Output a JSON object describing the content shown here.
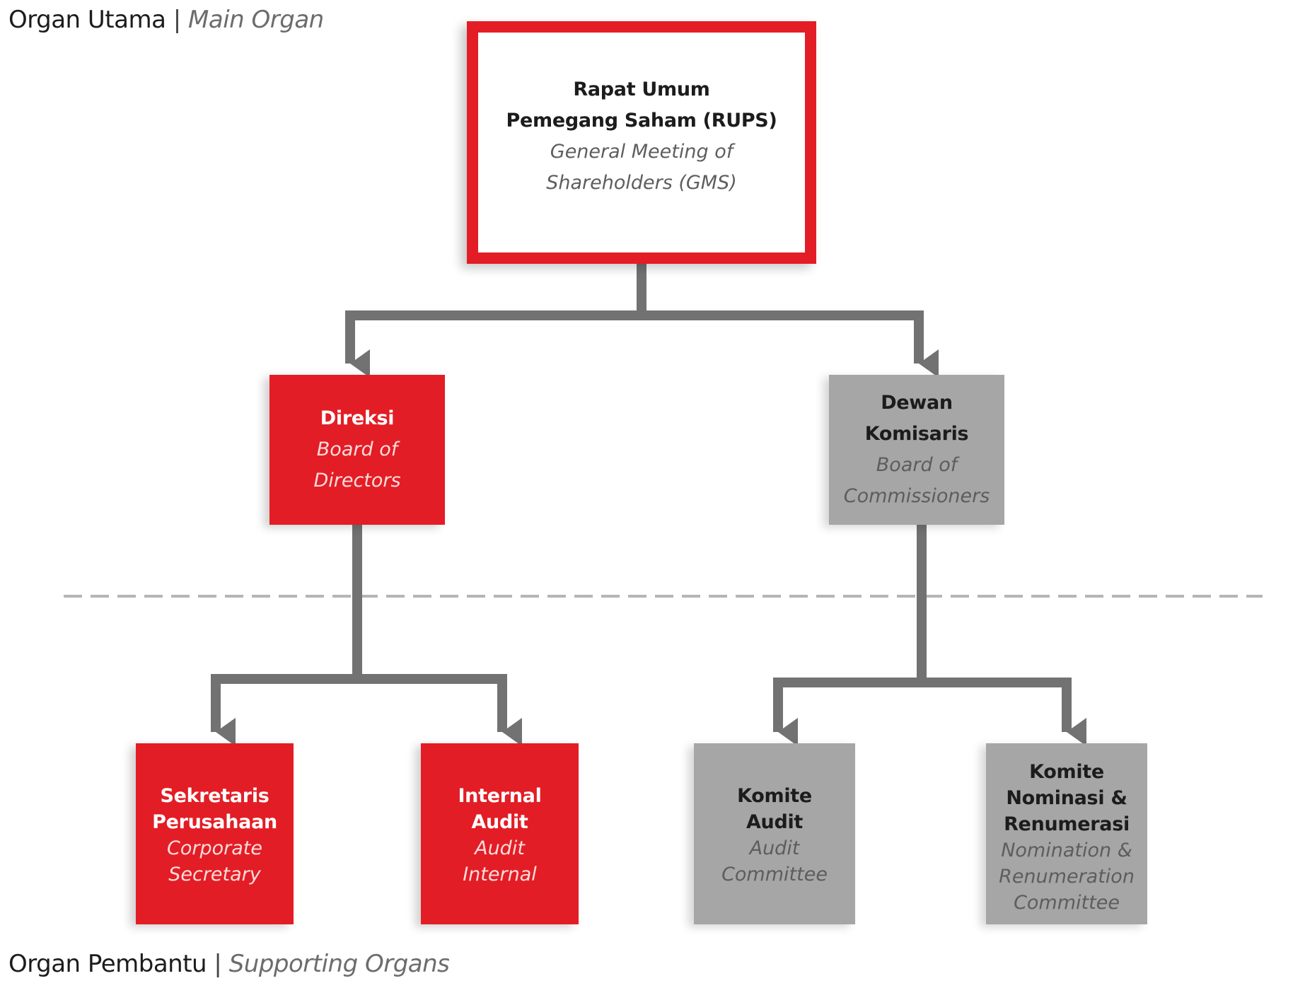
{
  "colors": {
    "brand_red": "#e31d25",
    "grey_box": "#a6a6a6",
    "connector": "#727272",
    "divider": "#b5b5b5"
  },
  "sections": {
    "main": {
      "label_id": "Organ Utama",
      "separator": "|",
      "label_en": "Main Organ"
    },
    "supporting": {
      "label_id": "Organ Pembantu",
      "separator": "|",
      "label_en": "Supporting Organs"
    }
  },
  "nodes": {
    "rups": {
      "id_line1": "Rapat Umum",
      "id_line2": "Pemegang Saham (RUPS)",
      "en_line1": "General Meeting of",
      "en_line2": "Shareholders (GMS)"
    },
    "direksi": {
      "id_line1": "Direksi",
      "en_line1": "Board of",
      "en_line2": "Directors"
    },
    "dewan": {
      "id_line1": "Dewan",
      "id_line2": "Komisaris",
      "en_line1": "Board of",
      "en_line2": "Commissioners"
    },
    "sekretaris": {
      "id_line1": "Sekretaris",
      "id_line2": "Perusahaan",
      "en_line1": "Corporate",
      "en_line2": "Secretary"
    },
    "internal_audit": {
      "id_line1": "Internal",
      "id_line2": "Audit",
      "en_line1": "Audit",
      "en_line2": "Internal"
    },
    "komite_audit": {
      "id_line1": "Komite",
      "id_line2": "Audit",
      "en_line1": "Audit",
      "en_line2": "Committee"
    },
    "komite_nominasi": {
      "id_line1": "Komite",
      "id_line2": "Nominasi &",
      "id_line3": "Renumerasi",
      "en_line1": "Nomination &",
      "en_line2": "Renumeration",
      "en_line3": "Committee"
    }
  },
  "edges": [
    [
      "rups",
      "direksi"
    ],
    [
      "rups",
      "dewan"
    ],
    [
      "direksi",
      "sekretaris"
    ],
    [
      "direksi",
      "internal_audit"
    ],
    [
      "dewan",
      "komite_audit"
    ],
    [
      "dewan",
      "komite_nominasi"
    ]
  ]
}
